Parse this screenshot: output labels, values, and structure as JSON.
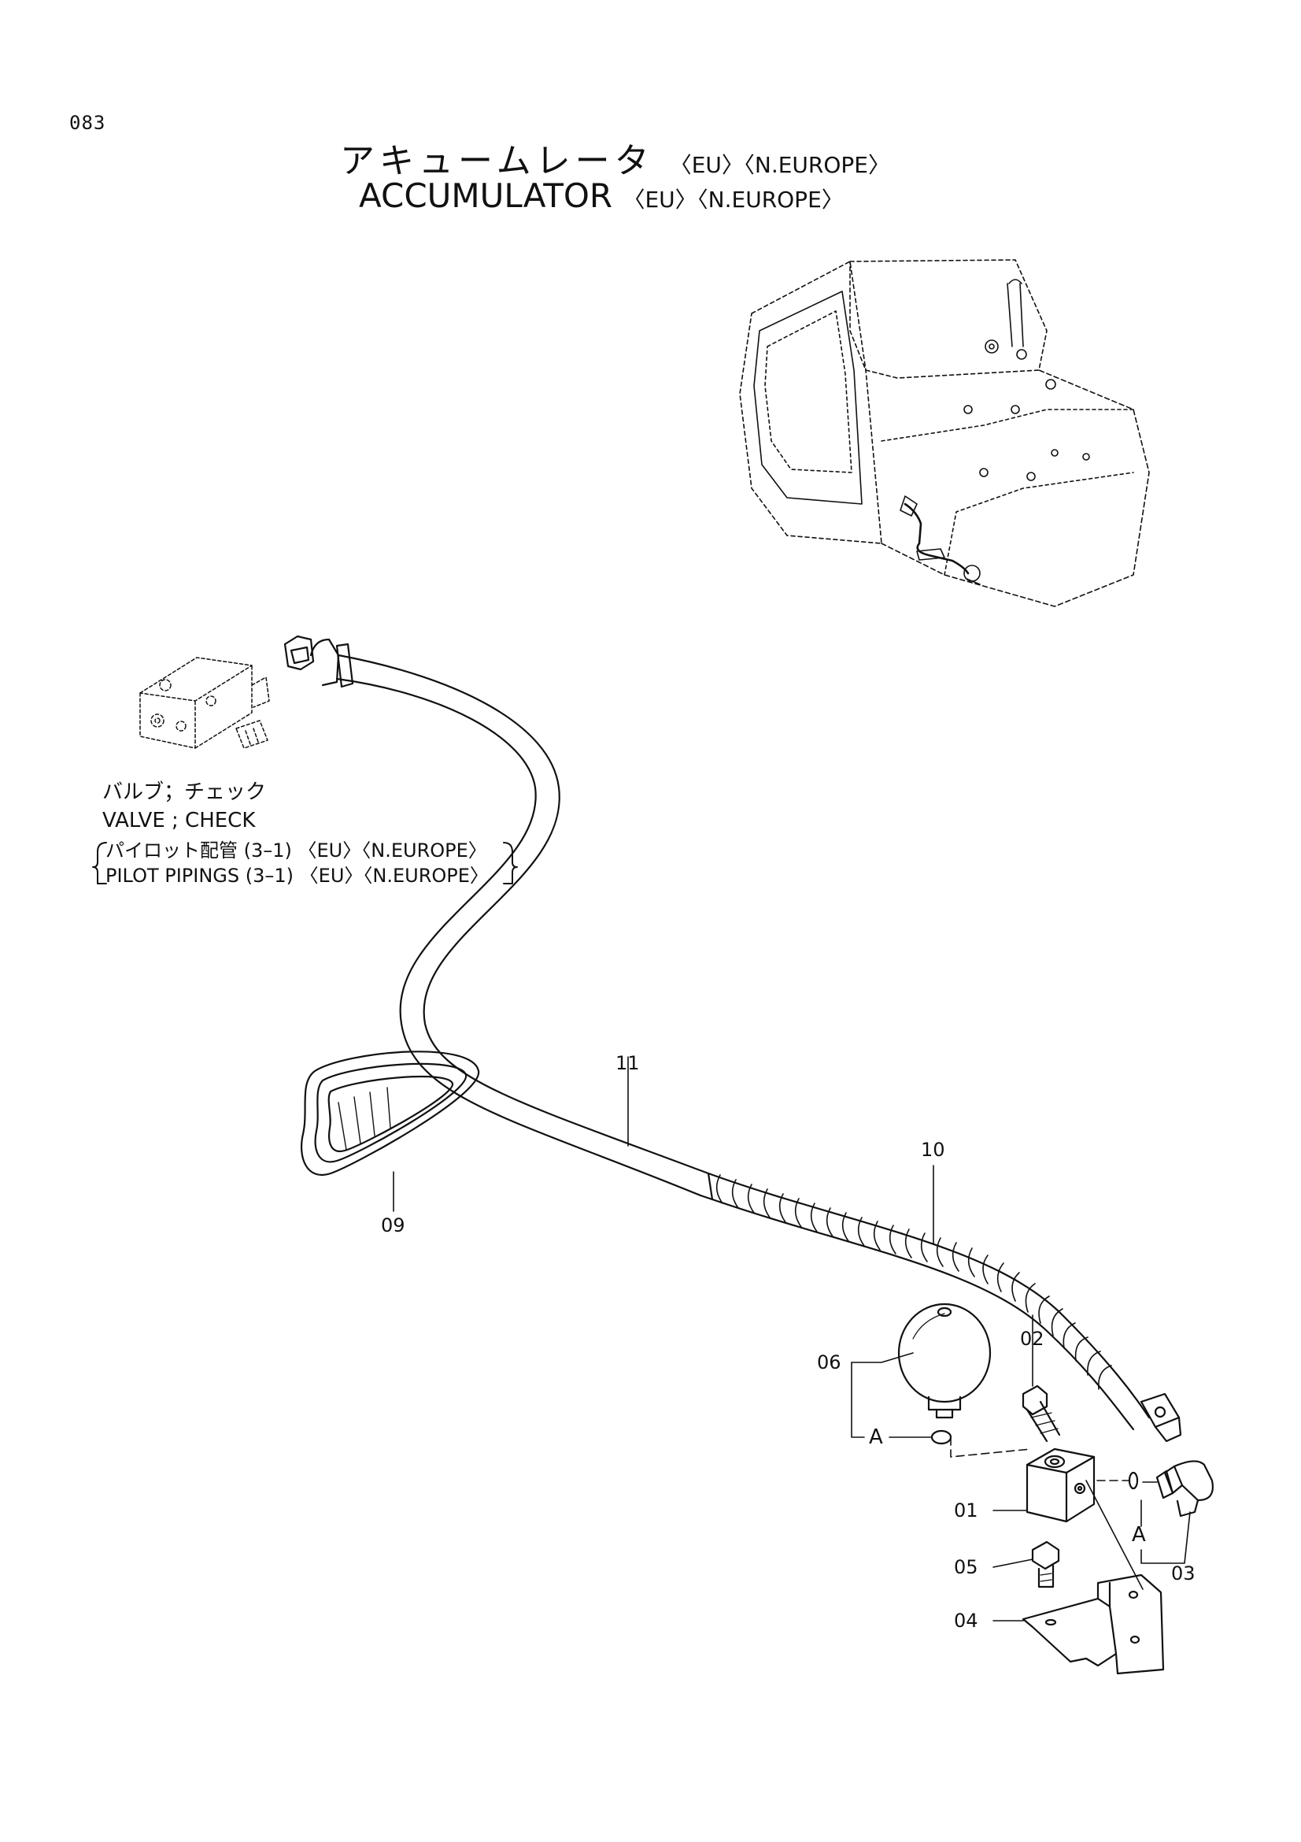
{
  "page_number": "083",
  "title": {
    "jp": "アキュームレータ",
    "en": "ACCUMULATOR",
    "tag_eu": "〈EU〉",
    "tag_neurope": "〈N.EUROPE〉"
  },
  "reference_notes": {
    "line1": "バルブ；チェック",
    "line2": "VALVE ; CHECK",
    "line3": "パイロット配管 (3–1) 〈EU〉〈N.EUROPE〉",
    "line4": "PILOT PIPINGS (3–1) 〈EU〉〈N.EUROPE〉"
  },
  "callouts": {
    "p01": "01",
    "p02": "02",
    "p03": "03",
    "p04": "04",
    "p05": "05",
    "p06": "06",
    "p09": "09",
    "p10": "10",
    "p11": "11",
    "a1": "A",
    "a2": "A"
  },
  "colors": {
    "ink": "#111111",
    "paper": "#ffffff"
  }
}
